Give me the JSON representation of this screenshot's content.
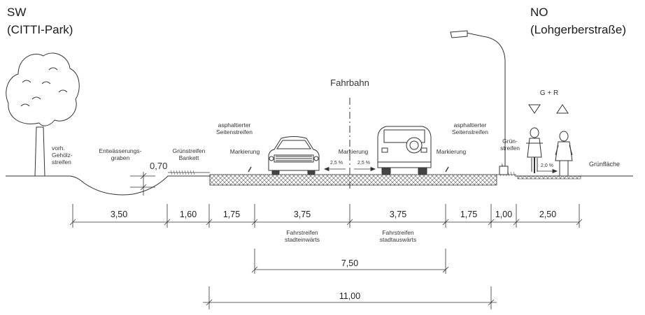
{
  "orientation": {
    "left": {
      "code": "SW",
      "place": "(CITTI-Park)"
    },
    "right": {
      "code": "NO",
      "place": "(Lohgerberstraße)"
    }
  },
  "roadway_label": "Fahrbahn",
  "bike_ped_label": "G + R",
  "labels": {
    "hedge": [
      "vorh.",
      "Gehölz-",
      "streifen"
    ],
    "ditch": [
      "Entwässerungs-",
      "graben"
    ],
    "ditch_depth": "0,70",
    "green_strip": [
      "Grünstreifen",
      "Bankett"
    ],
    "shoulder_left": [
      "asphaltierter",
      "Seitenstreifen"
    ],
    "shoulder_right": [
      "asphaltierter",
      "Seitenstreifen"
    ],
    "marking_1": "Markierung",
    "marking_2": "Markierung",
    "marking_3": "Markierung",
    "green_strip_right": [
      "Grün-",
      "streifen"
    ],
    "meadow": "Grünfläche",
    "slope_left": "2,5 %",
    "slope_right": "2,5 %",
    "slope_path": "2,0 %",
    "lane_in": [
      "Fahrstreifen",
      "stadteinwärts"
    ],
    "lane_out": [
      "Fahrstreifen",
      "stadtauswärts"
    ]
  },
  "dimensions": [
    "3,50",
    "1,60",
    "1,75",
    "3,75",
    "3,75",
    "1,75",
    "1,00",
    "2,50"
  ],
  "total_carriageway": "7,50",
  "total_road": "11,00",
  "colors": {
    "line": "#333333",
    "hatch": "#555555",
    "marker": "#666666"
  }
}
